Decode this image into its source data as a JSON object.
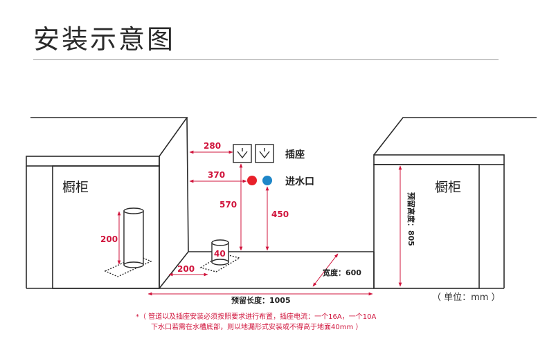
{
  "title": "安装示意图",
  "cabinet_left_label": "橱柜",
  "cabinet_right_label": "橱柜",
  "socket_label": "插座",
  "water_inlet_label": "进水口",
  "dim_280": "280",
  "dim_370": "370",
  "dim_570": "570",
  "dim_450": "450",
  "dim_200_height": "200",
  "dim_200_floor": "200",
  "dim_40": "40",
  "reserved_height_label": "预留高度：805",
  "width_label": "宽度：600",
  "reserved_length_label": "预留长度：1005",
  "unit_label": "（ 单位：mm ）",
  "note_line1": "*（ 管道以及插座安装必须按照要求进行布置，插座电流：一个16A，一个10A",
  "note_line2": "下水口若需在水槽底部，则以地漏形式安装或不得高于地面40mm ）",
  "colors": {
    "dimension_red": "#d0143c",
    "inlet_red": "#e8202a",
    "inlet_blue": "#1e86c8",
    "line": "#2a2a2a"
  }
}
